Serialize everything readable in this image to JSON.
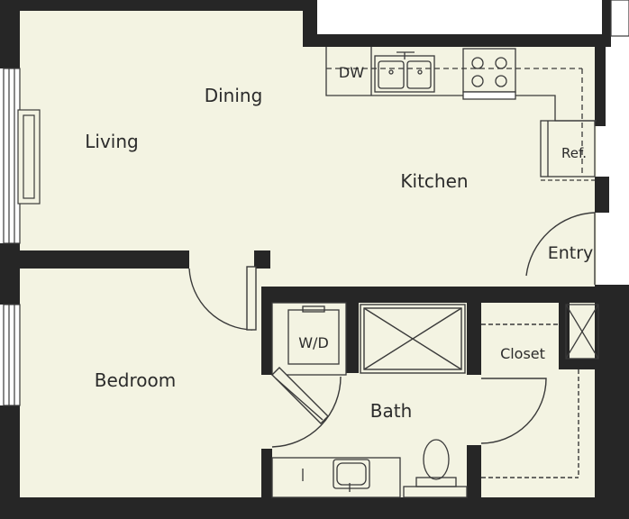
{
  "rooms": {
    "living": "Living",
    "dining": "Dining",
    "kitchen": "Kitchen",
    "entry": "Entry",
    "bedroom": "Bedroom",
    "bath": "Bath",
    "closet": "Closet"
  },
  "fixtures": {
    "dishwasher": "DW",
    "refrigerator": "Ref.",
    "washer_dryer": "W/D"
  },
  "colors": {
    "floor": "#f3f3e2",
    "wall": "#262626",
    "line": "#3a3a3a"
  }
}
